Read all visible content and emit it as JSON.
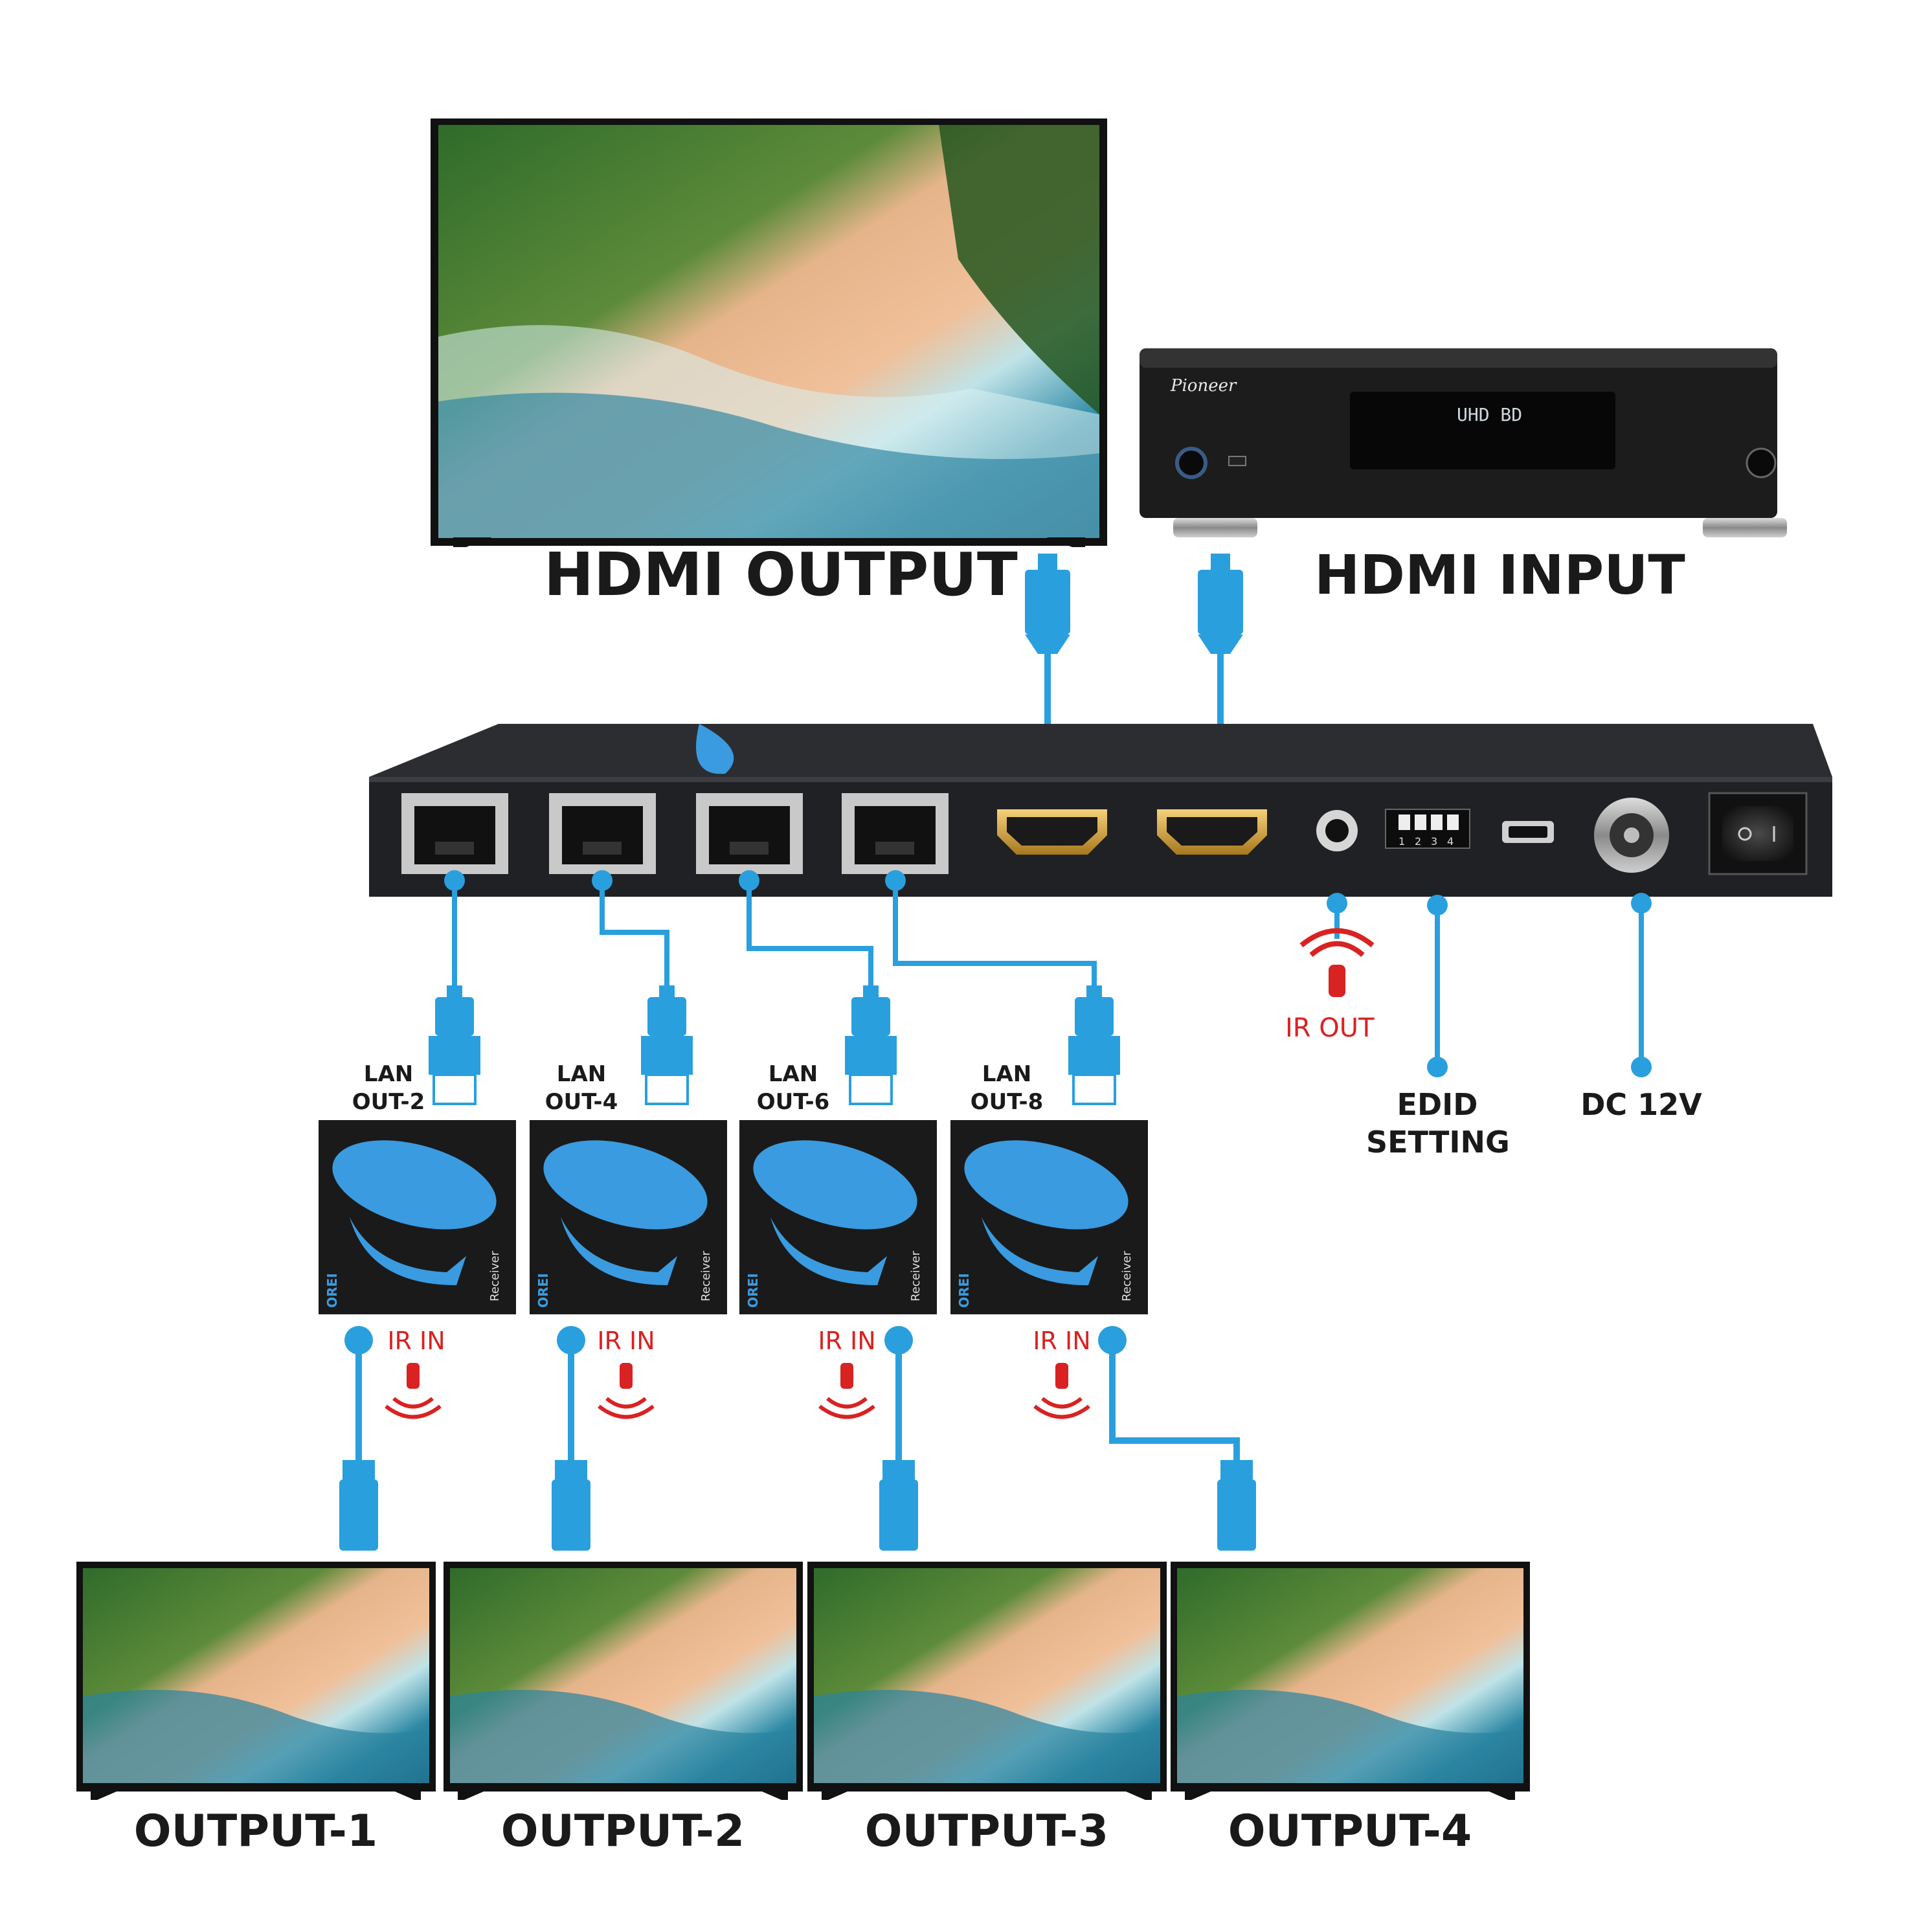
{
  "labels": {
    "hdmi_output": "HDMI OUTPUT",
    "hdmi_input": "HDMI INPUT",
    "ir_out": "IR OUT",
    "edid_setting_line1": "EDID",
    "edid_setting_line2": "SETTING",
    "dc": "DC 12V"
  },
  "player": {
    "brand": "Pioneer",
    "display_text": "UHD BD"
  },
  "receivers": [
    {
      "lan_line1": "LAN",
      "lan_line2": "OUT-2",
      "ir_label": "IR IN"
    },
    {
      "lan_line1": "LAN",
      "lan_line2": "OUT-4",
      "ir_label": "IR IN"
    },
    {
      "lan_line1": "LAN",
      "lan_line2": "OUT-6",
      "ir_label": "IR IN"
    },
    {
      "lan_line1": "LAN",
      "lan_line2": "OUT-8",
      "ir_label": "IR IN"
    }
  ],
  "receiver_side_text": "Receiver",
  "receiver_logo": "OREI",
  "outputs": [
    {
      "label": "OUTPUT-1"
    },
    {
      "label": "OUTPUT-2"
    },
    {
      "label": "OUTPUT-3"
    },
    {
      "label": "OUTPUT-4"
    }
  ],
  "colors": {
    "cable": "#2a9fde",
    "cable_dark": "#1478b8",
    "ir_red": "#d92222",
    "device_black": "#1c1c1c",
    "brand_blue": "#3a9be0"
  },
  "edid_switch_numbers": [
    "1",
    "2",
    "3",
    "4"
  ]
}
